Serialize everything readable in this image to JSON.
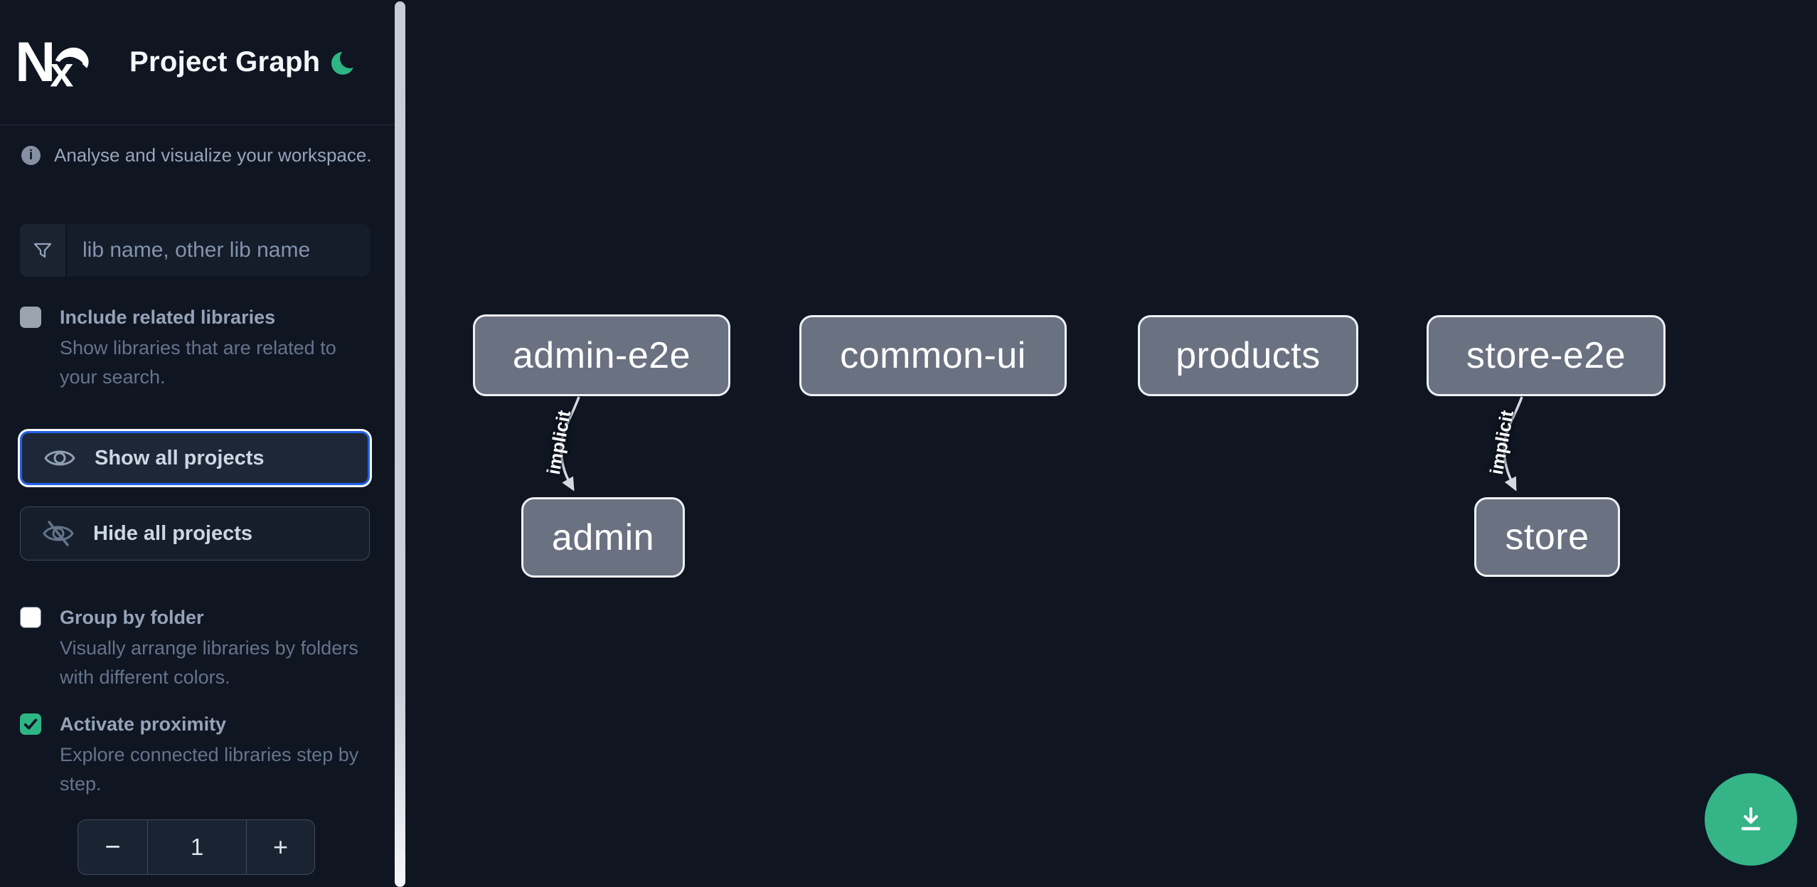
{
  "app": {
    "title": "Project Graph"
  },
  "colors": {
    "background": "#101522",
    "accent_green": "#2eb584",
    "focus_blue": "#2160e8",
    "node_fill": "#6a7181",
    "node_border": "#eef1f4",
    "edge_gray": "#d5d9df",
    "scrollbar_gray": "#cbd0d8"
  },
  "icons": {
    "logo": "nx-logo",
    "theme_toggle": "moon-icon",
    "info": "info-icon",
    "search": "funnel-icon",
    "show_all": "eye-icon",
    "hide_all": "eye-slash-icon",
    "stepper_decrement": "minus-icon",
    "stepper_increment": "plus-icon",
    "fab": "download-icon"
  },
  "sidebar": {
    "info_text": "Analyse and visualize your workspace.",
    "search_placeholder": "lib name, other lib name",
    "include_related": {
      "label": "Include related libraries",
      "description": "Show libraries that are related to your search.",
      "checked": false,
      "disabled": true
    },
    "actions": {
      "show_all": "Show all projects",
      "hide_all": "Hide all projects"
    },
    "group_by_folder": {
      "label": "Group by folder",
      "description": "Visually arrange libraries by folders with different colors.",
      "checked": false
    },
    "proximity": {
      "label": "Activate proximity",
      "description": "Explore connected libraries step by step.",
      "checked": true,
      "stepper": {
        "decrement": "−",
        "value": "1",
        "increment": "+"
      }
    }
  },
  "graph": {
    "nodes": [
      {
        "id": "admin-e2e",
        "label": "admin-e2e"
      },
      {
        "id": "common-ui",
        "label": "common-ui"
      },
      {
        "id": "products",
        "label": "products"
      },
      {
        "id": "store-e2e",
        "label": "store-e2e"
      },
      {
        "id": "admin",
        "label": "admin"
      },
      {
        "id": "store",
        "label": "store"
      }
    ],
    "edges": [
      {
        "source": "admin-e2e",
        "target": "admin",
        "label": "implicit"
      },
      {
        "source": "store-e2e",
        "target": "store",
        "label": "implicit"
      }
    ]
  }
}
